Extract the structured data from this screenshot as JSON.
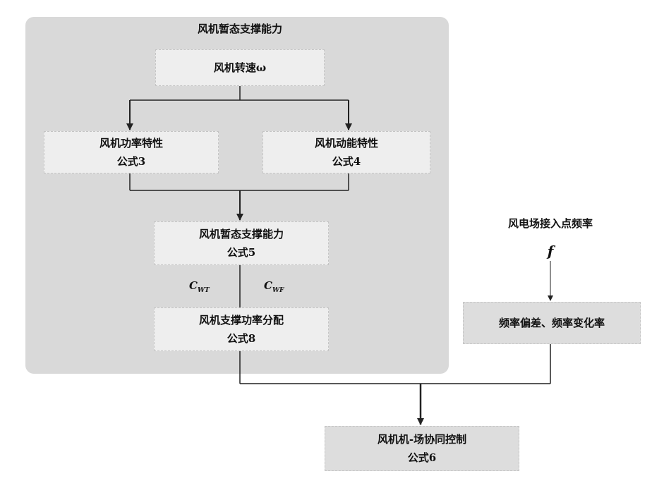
{
  "panel": {
    "title": "风机暂态支撑能力"
  },
  "nodes": {
    "speed": {
      "label": "风机转速ω"
    },
    "power_char": {
      "line1": "风机功率特性",
      "line2": "公式3"
    },
    "kinetic_char": {
      "line1": "风机动能特性",
      "line2": "公式4"
    },
    "support_capacity": {
      "line1": "风机暂态支撑能力",
      "line2": "公式5"
    },
    "power_alloc": {
      "line1": "风机支撑功率分配",
      "line2": "公式8"
    },
    "grid_freq_label": {
      "label": "风电场接入点频率"
    },
    "freq_symbol": {
      "label": "f"
    },
    "freq_deviation": {
      "label": "频率偏差、频率变化率"
    },
    "coordination": {
      "line1": "风机机-场协同控制",
      "line2": "公式6"
    }
  },
  "coefficients": {
    "left": {
      "symbol": "C",
      "sub": "WT"
    },
    "right": {
      "symbol": "C",
      "sub": "WF"
    }
  },
  "colors": {
    "panel": "#d9d9d9",
    "box": "#eeeeee",
    "line": "#222222"
  }
}
